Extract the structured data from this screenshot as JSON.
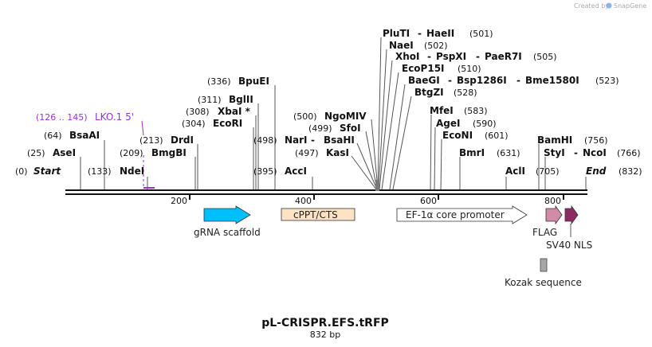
{
  "credit": {
    "text": "Created by",
    "brand": "SnapGene"
  },
  "map": {
    "name": "pL-CRISPR.EFS.tRFP",
    "length": "832 bp",
    "ticks": [
      "200",
      "400",
      "600",
      "800"
    ]
  },
  "ends": {
    "start": {
      "pos": "(0)",
      "label": "Start"
    },
    "end": {
      "pos": "(832)",
      "label": "End"
    }
  },
  "sites": [
    {
      "pos": "(25)",
      "name": "AseI"
    },
    {
      "pos": "(64)",
      "name": "BsaAI"
    },
    {
      "pos": "(133)",
      "name": "NdeI"
    },
    {
      "pos": "(209)",
      "name": "BmgBI"
    },
    {
      "pos": "(213)",
      "name": "DrdI"
    },
    {
      "pos": "(304)",
      "name": "EcoRI"
    },
    {
      "pos": "(308)",
      "name": "XbaI *"
    },
    {
      "pos": "(311)",
      "name": "BglII"
    },
    {
      "pos": "(336)",
      "name": "BpuEI"
    },
    {
      "pos": "(395)",
      "name": "AccI"
    },
    {
      "pos": "(497)",
      "name": "KasI"
    },
    {
      "pos": "(498)",
      "name": "NarI",
      "extra": "BsaHI"
    },
    {
      "pos": "(499)",
      "name": "SfoI"
    },
    {
      "pos": "(500)",
      "name": "NgoMIV"
    },
    {
      "pos": "(501)",
      "name": "PluTI",
      "extra": "HaeII"
    },
    {
      "pos": "(502)",
      "name": "NaeI"
    },
    {
      "pos": "(505)",
      "name": "XhoI",
      "extra": "PspXI",
      "extra2": "PaeR7I"
    },
    {
      "pos": "(510)",
      "name": "EcoP15I"
    },
    {
      "pos": "(523)",
      "name": "BaeGI",
      "extra": "Bsp1286I",
      "extra2": "Bme1580I"
    },
    {
      "pos": "(528)",
      "name": "BtgZI"
    },
    {
      "pos": "(583)",
      "name": "MfeI"
    },
    {
      "pos": "(590)",
      "name": "AgeI"
    },
    {
      "pos": "(601)",
      "name": "EcoNI"
    },
    {
      "pos": "(631)",
      "name": "BmrI"
    },
    {
      "pos": "(705)",
      "name": "AclI"
    },
    {
      "pos": "(756)",
      "name": "BamHI"
    },
    {
      "pos": "(766)",
      "name": "StyI",
      "extra": "NcoI"
    }
  ],
  "primer": {
    "pos": "(126 .. 145)",
    "name": "LKO.1 5'",
    "color": "#9b30d9"
  },
  "features": [
    {
      "label": "gRNA scaffold",
      "color": "#00bfff"
    },
    {
      "label": "cPPT/CTS",
      "color": "#fde3c3"
    },
    {
      "label": "EF-1α core promoter",
      "color": "#ffffff"
    },
    {
      "label": "FLAG",
      "color": "#d28ba6"
    },
    {
      "label": "SV40 NLS",
      "color": "#8b2b62"
    },
    {
      "label": "Kozak sequence",
      "color": "#a8a8a8"
    }
  ]
}
